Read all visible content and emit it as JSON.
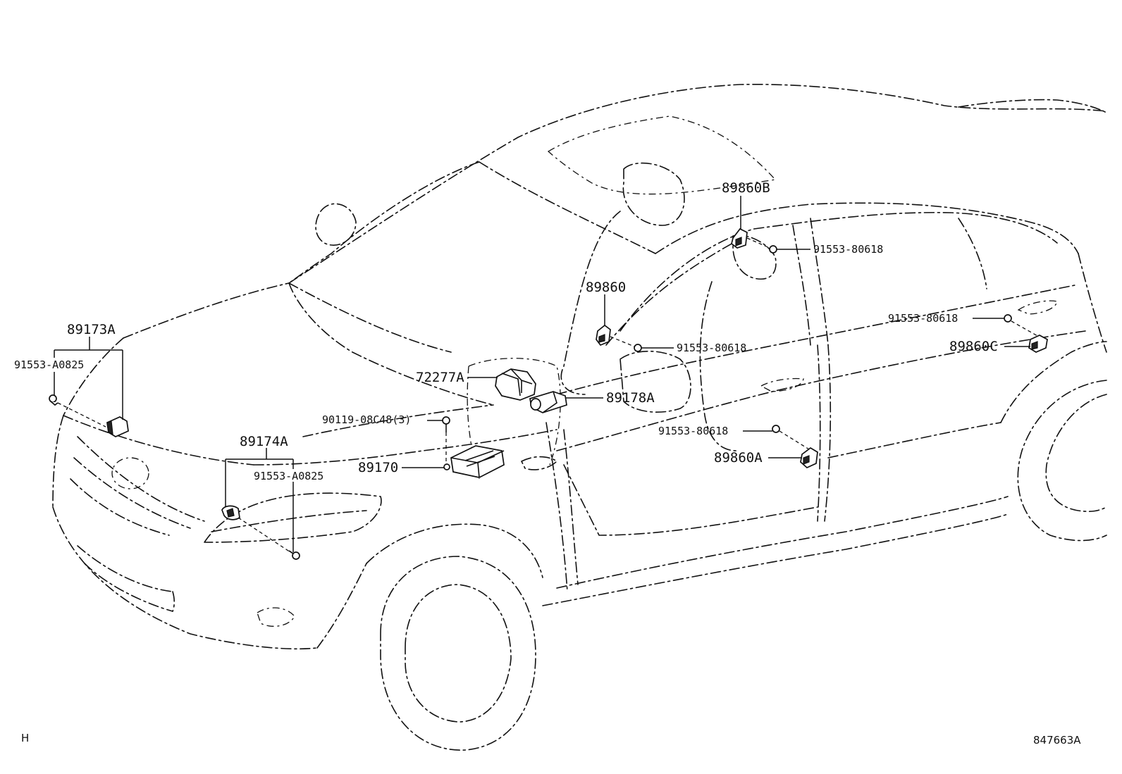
{
  "labels": {
    "p89173A": "89173A",
    "p91553_A0825_left": "91553-A0825",
    "p89174A": "89174A",
    "p91553_A0825_mid": "91553-A0825",
    "p90119": "90119-08C48(3)",
    "p89170": "89170",
    "p72277A": "72277A",
    "p89178A": "89178A",
    "p89860": "89860",
    "p91553_80618_a": "91553-80618",
    "p89860B": "89860B",
    "p91553_80618_b": "91553-80618",
    "p91553_80618_c": "91553-80618",
    "p89860C": "89860C",
    "p91553_80618_d": "91553-80618",
    "p89860A": "89860A"
  },
  "footer": {
    "left_mark": "H",
    "drawing_number": "847663A"
  }
}
